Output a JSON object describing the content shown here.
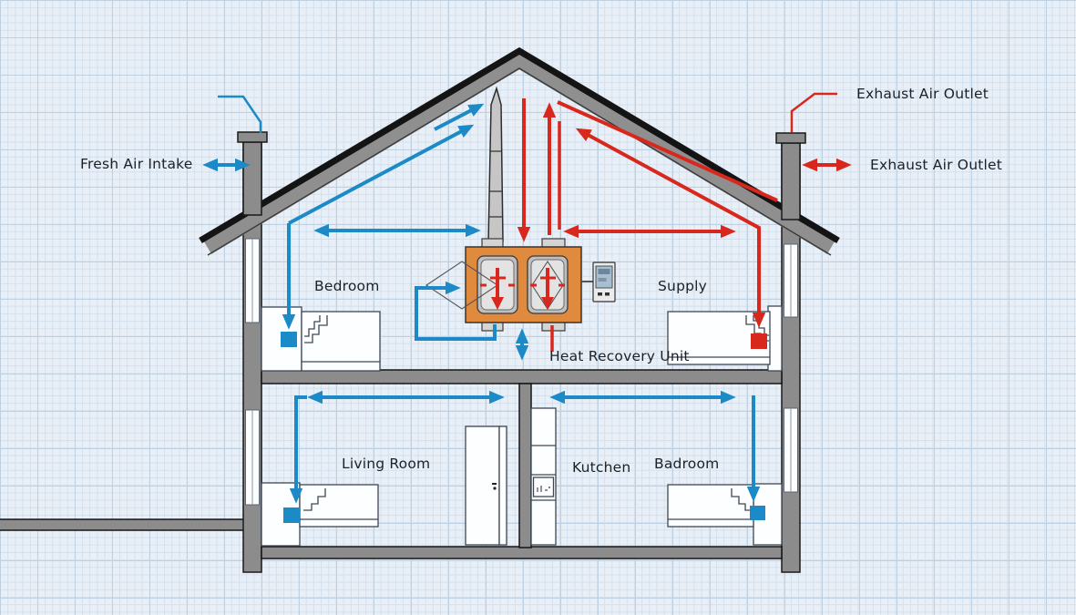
{
  "diagram": {
    "labels": {
      "fresh_air_intake": "Fresh Air Intake",
      "exhaust_air_outlet_top": "Exhaust Air Outlet",
      "exhaust_air_outlet_side": "Exhaust Air Outlet",
      "bedroom_upper": "Bedroom",
      "supply": "Supply",
      "heat_recovery_unit": "Heat Recovery Unit",
      "living_room": "Living Room",
      "kitchen": "Kutchen",
      "bedroom_lower": "Badroom"
    },
    "colors": {
      "supply_air_blue": "#1b8ac6",
      "exhaust_air_red": "#d8281d",
      "structure_gray": "#8c8c8c",
      "unit_orange": "#e08a3e",
      "background_paper": "#e9eff7"
    }
  }
}
